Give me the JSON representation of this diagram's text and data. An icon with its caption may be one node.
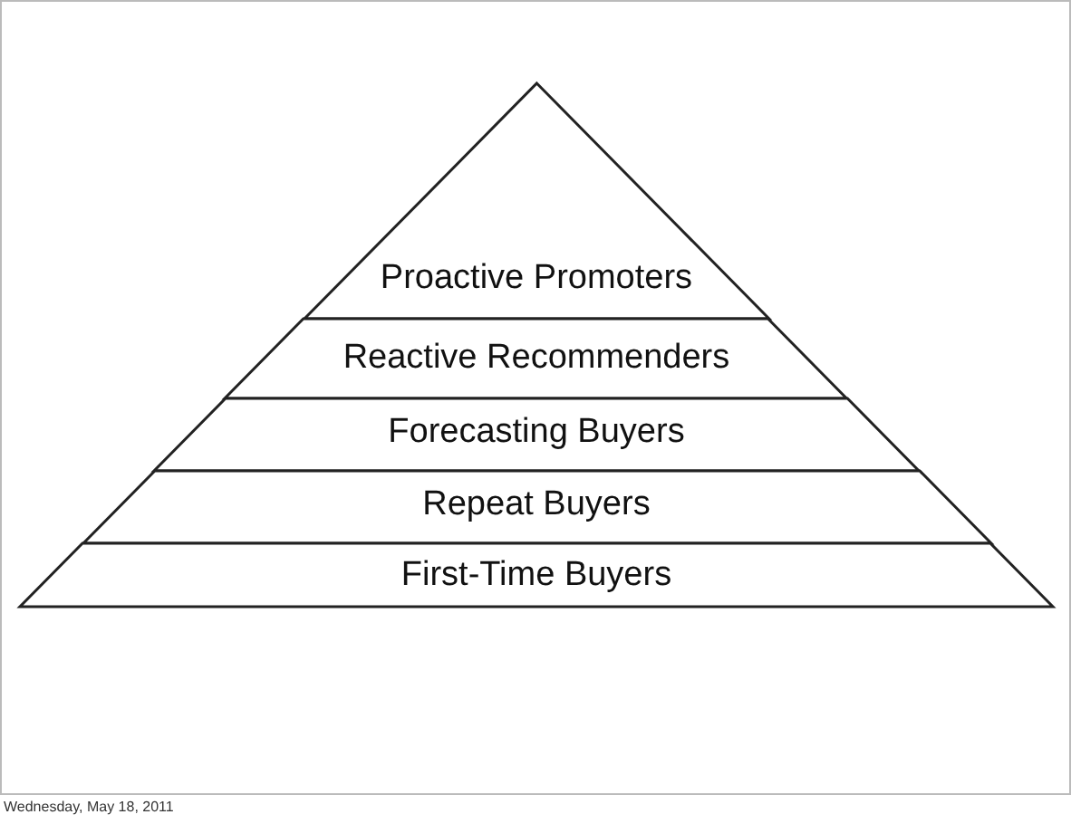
{
  "diagram": {
    "nodes": [
      {
        "text": [
          "Proactive Promoters"
        ]
      },
      {
        "text": [
          "Reactive Recommenders"
        ]
      },
      {
        "text": [
          "Forecasting Buyers"
        ]
      },
      {
        "text": [
          "Repeat Buyers"
        ]
      },
      {
        "text": [
          "First-Time Buyers"
        ]
      }
    ],
    "labels": [
      "Wednesday, May 18, 2011"
    ]
  }
}
